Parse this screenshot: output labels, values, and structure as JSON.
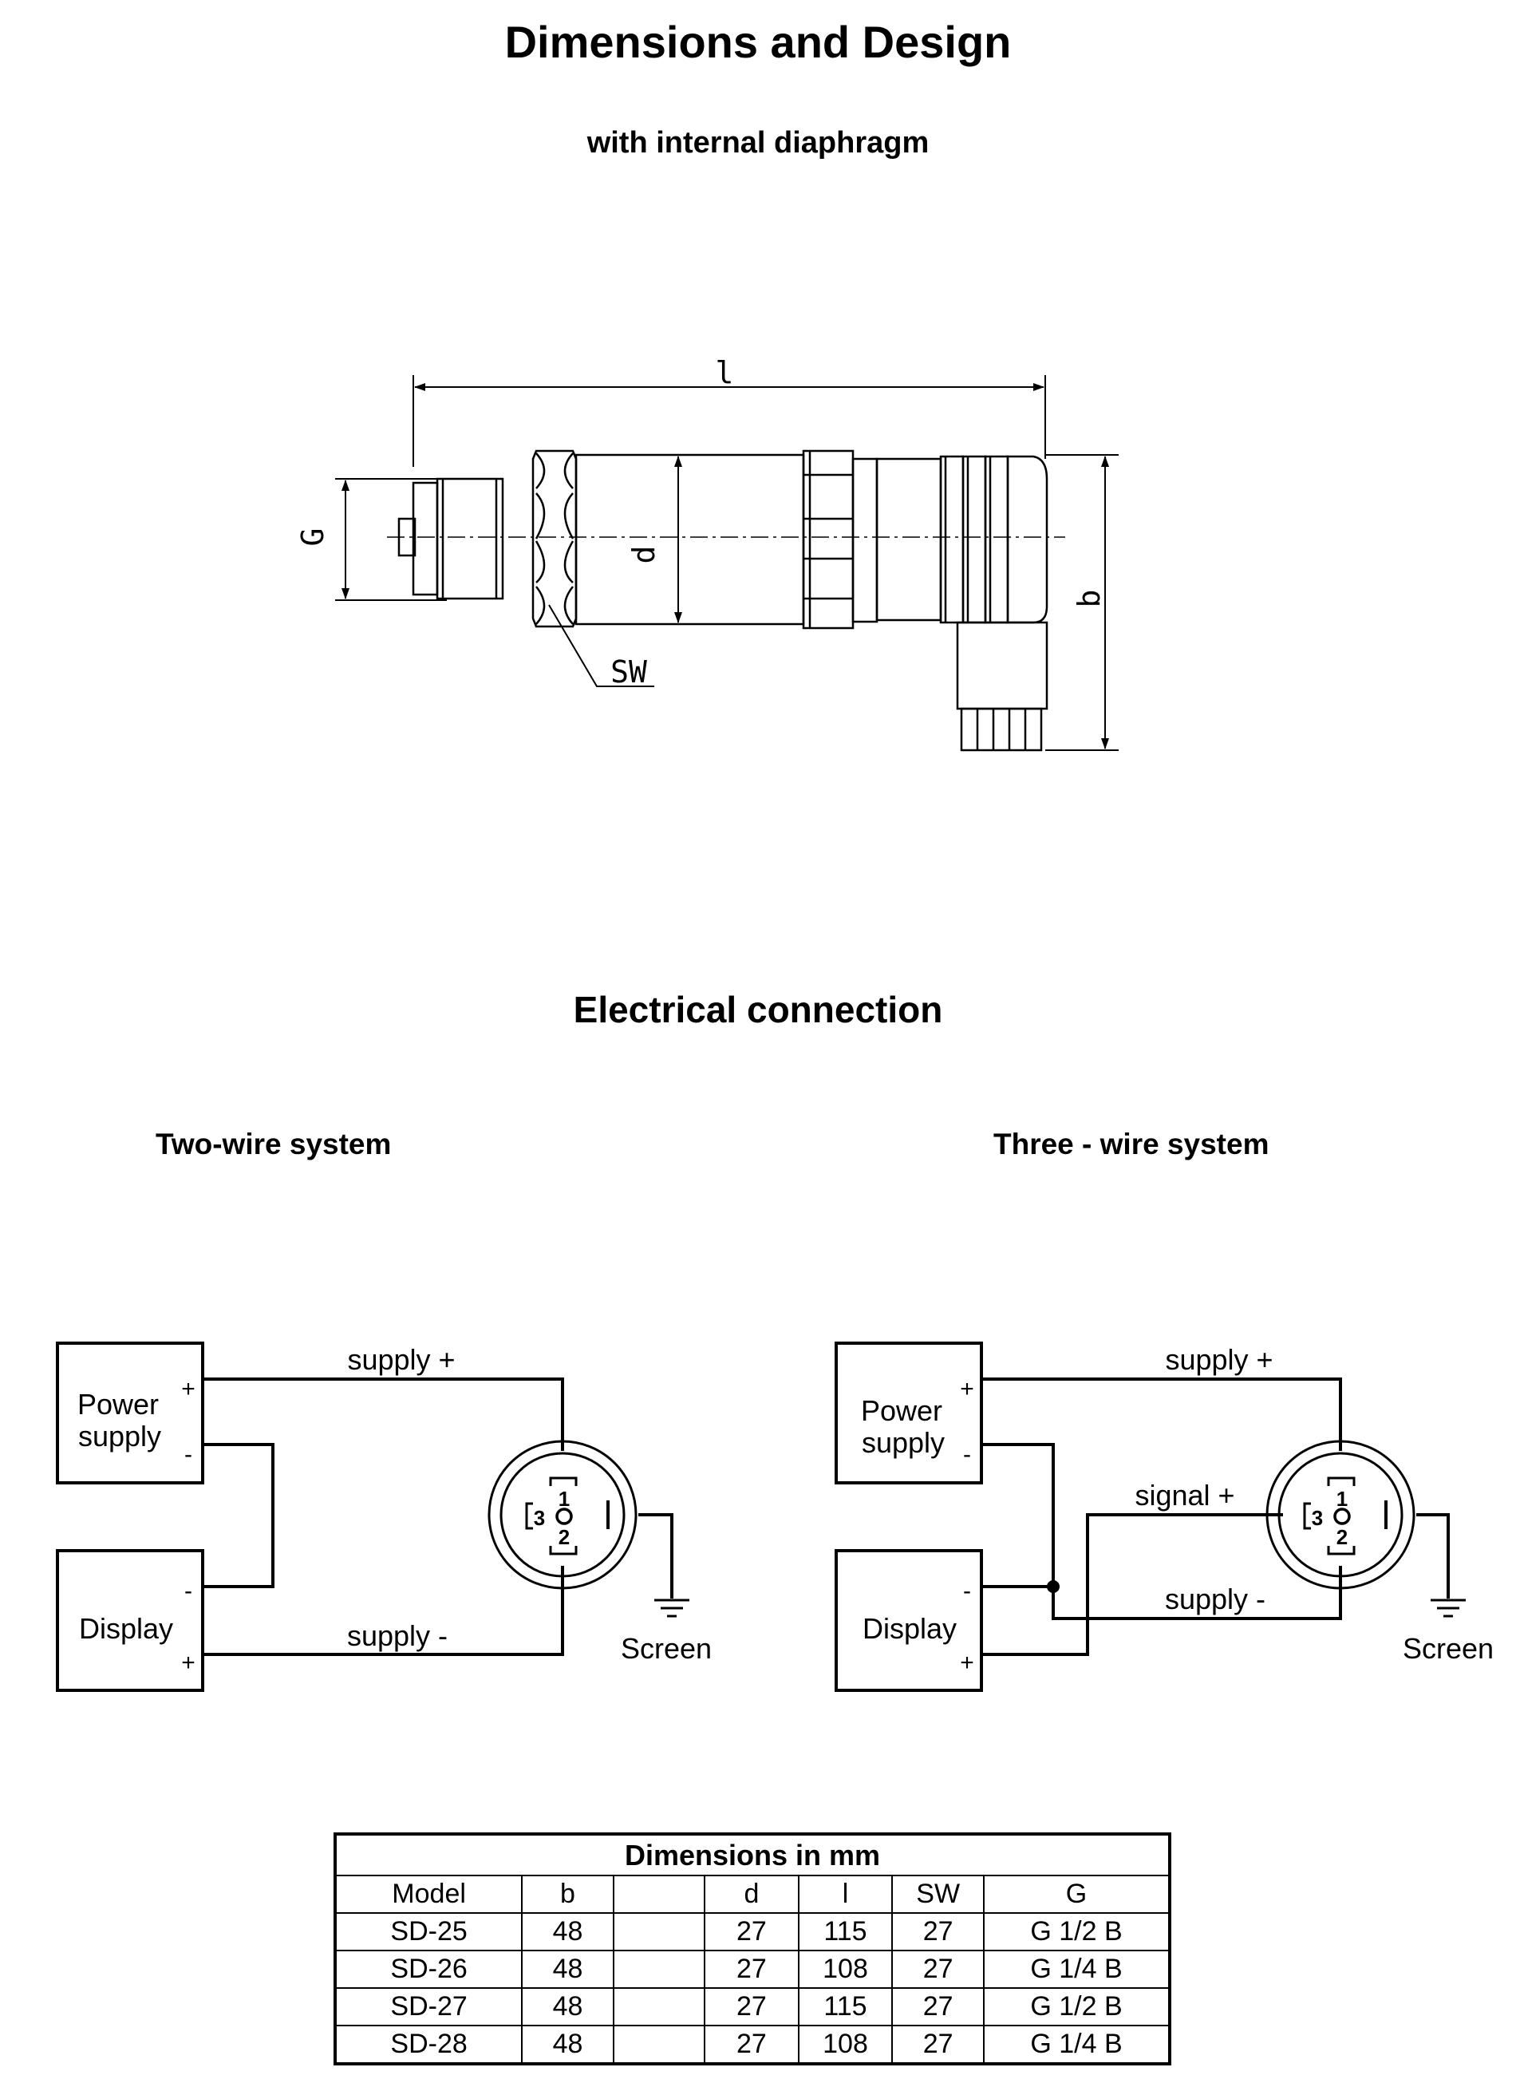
{
  "header": {
    "title": "Dimensions and Design",
    "subtitle": "with internal diaphragm"
  },
  "drawing": {
    "dim_l": "l",
    "dim_G": "G",
    "dim_d": "d",
    "dim_b": "b",
    "dim_SW": "SW"
  },
  "electrical": {
    "title": "Electrical connection",
    "two_wire": {
      "title": "Two-wire system",
      "power_supply_line1": "Power",
      "power_supply_line2": "supply",
      "display": "Display",
      "supply_plus": "supply +",
      "supply_minus": "supply -",
      "screen": "Screen",
      "plus": "+",
      "minus": "-",
      "pin1": "1",
      "pin2": "2",
      "pin3": "3"
    },
    "three_wire": {
      "title": "Three - wire system",
      "power_supply_line1": "Power",
      "power_supply_line2": "supply",
      "display": "Display",
      "supply_plus": "supply +",
      "signal_plus": "signal +",
      "supply_minus": "supply -",
      "screen": "Screen",
      "plus": "+",
      "minus": "-",
      "pin1": "1",
      "pin2": "2",
      "pin3": "3"
    }
  },
  "table": {
    "caption": "Dimensions in mm",
    "headers": [
      "Model",
      "b",
      "",
      "d",
      "l",
      "SW",
      "G"
    ],
    "rows": [
      [
        "SD-25",
        "48",
        "",
        "27",
        "115",
        "27",
        "G 1/2 B"
      ],
      [
        "SD-26",
        "48",
        "",
        "27",
        "108",
        "27",
        "G 1/4 B"
      ],
      [
        "SD-27",
        "48",
        "",
        "27",
        "115",
        "27",
        "G 1/2 B"
      ],
      [
        "SD-28",
        "48",
        "",
        "27",
        "108",
        "27",
        "G 1/4 B"
      ]
    ]
  }
}
